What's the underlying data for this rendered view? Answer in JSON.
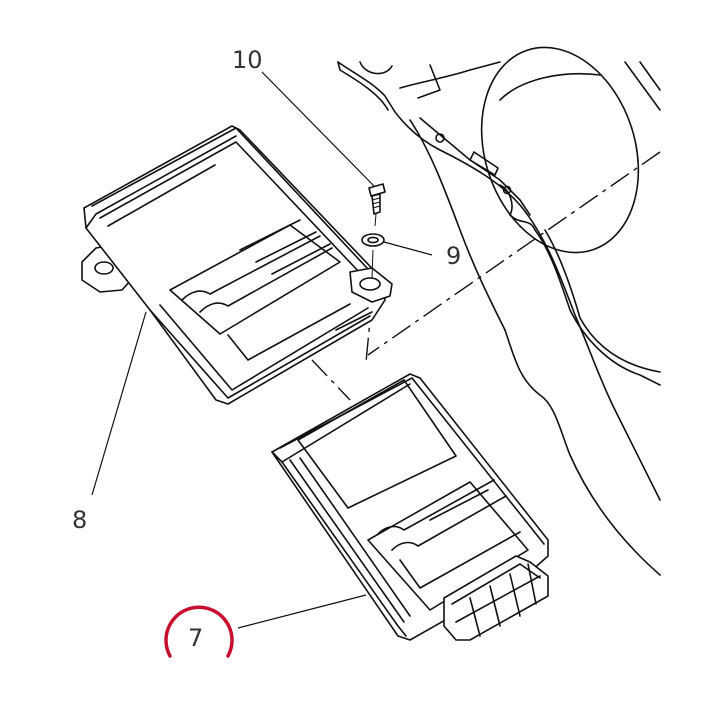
{
  "diagram": {
    "callouts": {
      "c7": "7",
      "c8": "8",
      "c9": "9",
      "c10": "10"
    },
    "highlight_color": "#c8102e"
  }
}
